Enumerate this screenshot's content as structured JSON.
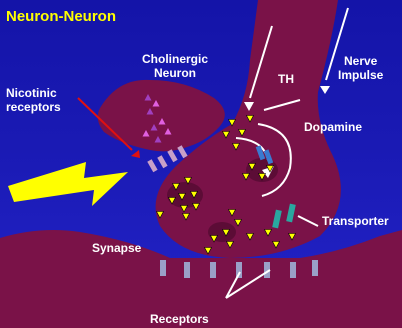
{
  "title": "Neuron-Neuron",
  "labels": {
    "cholinergic_neuron": "Cholinergic\nNeuron",
    "nicotinic_receptors": "Nicotinic\nreceptors",
    "th": "TH",
    "nerve_impulse": "Nerve\nImpulse",
    "dopamine": "Dopamine",
    "transporter": "Transporter",
    "synapse": "Synapse",
    "receptors": "Receptors"
  },
  "colors": {
    "background": "#1a1ab4",
    "neuron": "#7a1248",
    "neuron_dark": "#5c0c36",
    "title": "#ffff00",
    "text": "#ffffff",
    "dopamine_marker": "#ffff00",
    "lightning": "#ffff00",
    "transporter": "#2aa7a0",
    "acetylcholine_marker": "#a040c0"
  },
  "icons": [
    "lightning-bolt-icon",
    "impulse-arrow-icon"
  ]
}
